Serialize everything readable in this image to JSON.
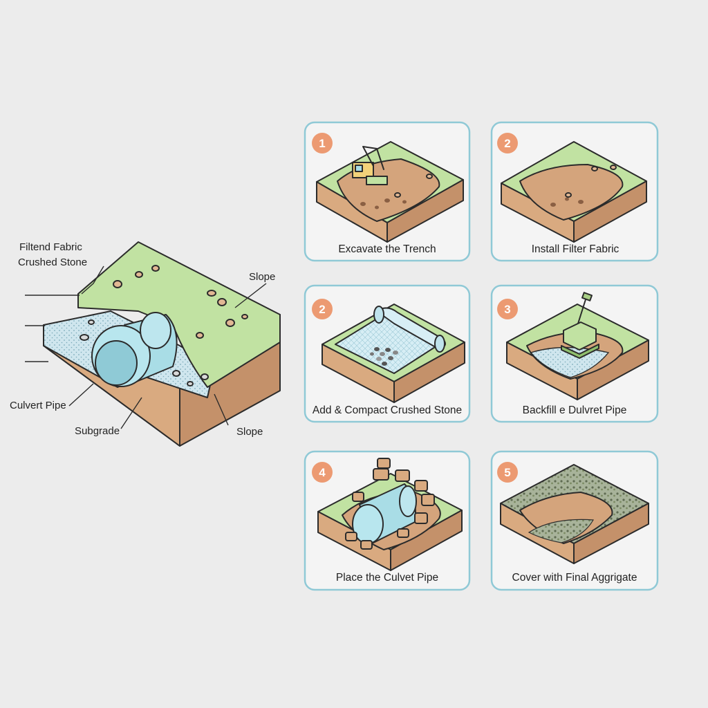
{
  "overview": {
    "labels": {
      "filter_fabric": "Filtend Fabric",
      "crushed_stone": "Crushed Stone",
      "slope_top": "Slope",
      "culvert_pipe": "Culvert Pipe",
      "subgrade": "Subgrade",
      "slope_bottom": "Slope"
    }
  },
  "steps": [
    {
      "number": "1",
      "caption": "Excavate the Trench"
    },
    {
      "number": "2",
      "caption": "Install Filter Fabric"
    },
    {
      "number": "2",
      "caption": "Add & Compact Crushed Stone"
    },
    {
      "number": "3",
      "caption": "Backfill e Dulvret Pipe"
    },
    {
      "number": "4",
      "caption": "Place the Culvet Pipe"
    },
    {
      "number": "5",
      "caption": "Cover with Final Aggrigate"
    }
  ],
  "colors": {
    "background": "#ececec",
    "grass": "#bfe0a0",
    "soil": "#d9aa80",
    "soil_dark": "#c4916a",
    "pipe": "#a9dde6",
    "stone": "#c8d2d6",
    "card_border": "#8fc9d6",
    "badge": "#ec9a72"
  },
  "icons": {
    "excavator": "excavator-icon",
    "compactor": "plate-compactor-icon",
    "fabric_roll": "fabric-roll-icon"
  }
}
